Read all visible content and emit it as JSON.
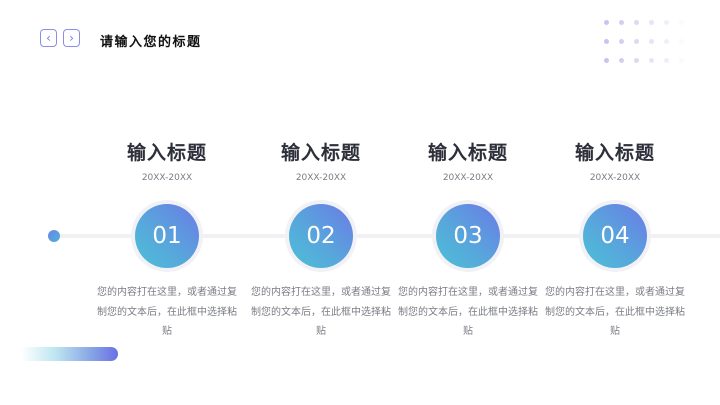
{
  "header": {
    "prev_label": "‹",
    "next_label": "›",
    "title": "请输入您的标题"
  },
  "colors": {
    "accent_start": "#4cc0d6",
    "accent_end": "#6b7ae6",
    "nav_border": "#8b8ee8",
    "timeline": "#f1f1f4"
  },
  "steps": [
    {
      "number": "01",
      "title": "输入标题",
      "date": "20XX-20XX",
      "desc": "您的内容打在这里，或者通过复制您的文本后，在此框中选择粘贴"
    },
    {
      "number": "02",
      "title": "输入标题",
      "date": "20XX-20XX",
      "desc": "您的内容打在这里，或者通过复制您的文本后，在此框中选择粘贴"
    },
    {
      "number": "03",
      "title": "输入标题",
      "date": "20XX-20XX",
      "desc": "您的内容打在这里，或者通过复制您的文本后，在此框中选择粘贴"
    },
    {
      "number": "04",
      "title": "输入标题",
      "date": "20XX-20XX",
      "desc": "您的内容打在这里，或者通过复制您的文本后，在此框中选择粘贴"
    }
  ]
}
